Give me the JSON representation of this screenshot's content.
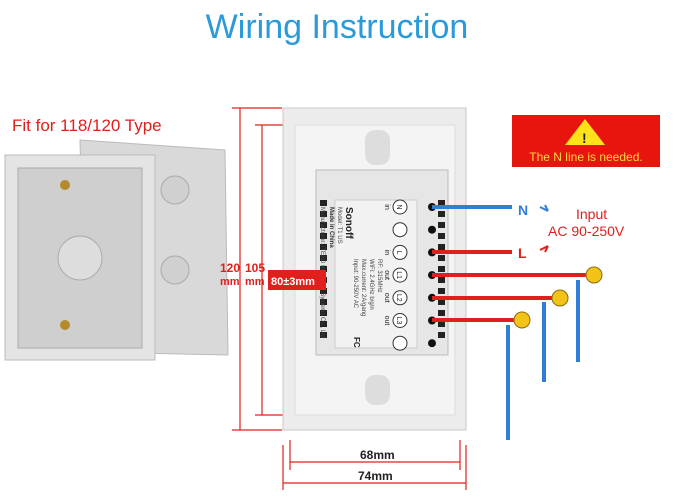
{
  "title": "Wiring Instruction",
  "fit_label": "Fit for 118/120 Type",
  "warning": "The N line is needed.",
  "warning_symbol": "!",
  "input_label": "Input",
  "input_voltage": "AC 90-250V",
  "wire_n": "N",
  "wire_l": "L",
  "dims": {
    "h120": "120",
    "h105": "105",
    "mm1": "mm",
    "mm2": "mm",
    "inner": "80±3mm",
    "w68": "68mm",
    "w74": "74mm"
  },
  "module": {
    "brand": "Sonoff",
    "model": "Model: T1 US",
    "made": "Made in China",
    "manufacturer": "Manufacturer: ITEAD Intelligent Systems Co., Ltd",
    "specs": [
      "Input: 90-250V AC",
      "Max.current: 2A/gang",
      "WiFi: 2.4GHz b/g/n",
      "RF: 315MHz"
    ],
    "fc": "FC",
    "terminals": [
      {
        "sym": "N",
        "role": "in"
      },
      {
        "sym": "",
        "role": ""
      },
      {
        "sym": "L",
        "role": "in"
      },
      {
        "sym": "L1",
        "role": "out"
      },
      {
        "sym": "L2",
        "role": "out"
      },
      {
        "sym": "L3",
        "role": "out"
      },
      {
        "sym": "",
        "role": ""
      }
    ]
  },
  "colors": {
    "title": "#2b9ad9",
    "red": "#e0201c",
    "blue": "#2f7fd8",
    "bulb": "#f2c318"
  }
}
